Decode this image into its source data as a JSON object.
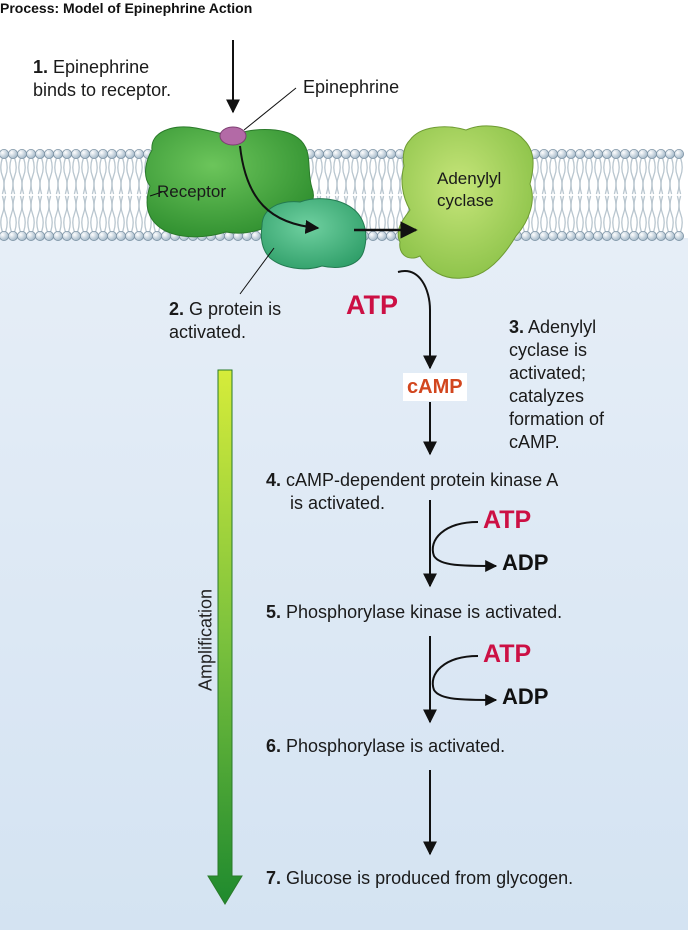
{
  "title": "Process: Model of Epinephrine Action",
  "labels": {
    "epinephrine": "Epinephrine",
    "receptor": "Receptor",
    "adenylyl_cyclase": [
      "Adenylyl",
      "cyclase"
    ],
    "atp": "ATP",
    "adp": "ADP",
    "camp": "cAMP",
    "amplification": "Amplification"
  },
  "steps": [
    {
      "num": "1.",
      "lines": [
        "Epinephrine",
        "binds to receptor."
      ]
    },
    {
      "num": "2.",
      "lines": [
        "G protein is",
        "activated."
      ]
    },
    {
      "num": "3.",
      "lines": [
        "Adenylyl",
        "cyclase is",
        "activated;",
        "catalyzes",
        "formation of",
        "cAMP."
      ]
    },
    {
      "num": "4.",
      "lines": [
        "cAMP-dependent protein kinase A",
        "is activated."
      ]
    },
    {
      "num": "5.",
      "lines": [
        "Phosphorylase kinase is activated."
      ]
    },
    {
      "num": "6.",
      "lines": [
        "Phosphorylase is activated."
      ]
    },
    {
      "num": "7.",
      "lines": [
        "Glucose is produced from glycogen."
      ]
    }
  ],
  "colors": {
    "atp": "#cc1044",
    "camp": "#d2461e",
    "receptor": "#3fa83a",
    "g_protein": "#3db57a",
    "adenylyl_cyclase": "#a6d65a",
    "epinephrine": "#b36aa6",
    "cytoplasm": "#dde9f5",
    "amplification_top": "#d6ec3a",
    "amplification_bottom": "#1f8a2e"
  }
}
